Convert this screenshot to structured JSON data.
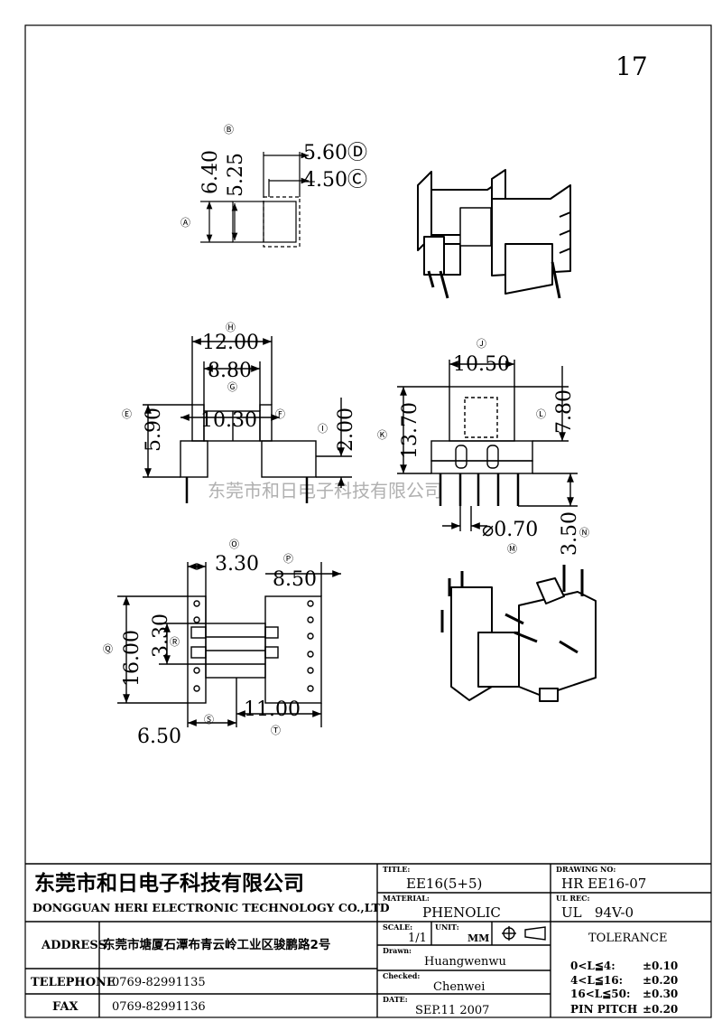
{
  "page_number": "17",
  "watermark": "东莞市和日电子科技有限公司",
  "views": {
    "top_small": {
      "A": "Ⓐ",
      "B": "Ⓑ",
      "dim_a": "6.40",
      "dim_b": "5.25",
      "dim_d": "5.60Ⓓ",
      "dim_c": "4.50Ⓒ"
    },
    "front": {
      "H": "Ⓗ",
      "G": "Ⓖ",
      "E": "Ⓔ",
      "F": "Ⓕ",
      "I": "Ⓘ",
      "dim_h": "12.00",
      "dim_g": "8.80",
      "dim_f": "10.30",
      "dim_e": "5.90",
      "dim_i": "2.00"
    },
    "side": {
      "J": "Ⓙ",
      "K": "Ⓚ",
      "L": "Ⓛ",
      "M": "Ⓜ",
      "N": "Ⓝ",
      "dim_j": "10.50",
      "dim_k": "13.70",
      "dim_l": "7.80",
      "dim_m": "⌀0.70",
      "dim_n": "3.50"
    },
    "bottom": {
      "O": "Ⓞ",
      "P": "Ⓟ",
      "Q": "Ⓠ",
      "R": "Ⓡ",
      "S": "Ⓢ",
      "T": "Ⓣ",
      "dim_o": "3.30",
      "dim_p": "8.50",
      "dim_q": "16.00",
      "dim_r": "3.30",
      "dim_s": "6.50",
      "dim_t": "11.00"
    }
  },
  "title_block": {
    "company_cn": "东莞市和日电子科技有限公司",
    "company_en": "DONGGUAN HERI ELECTRONIC TECHNOLOGY CO.,LTD",
    "address_label": "ADDRESS",
    "address_value": "东莞市塘厦石潭布青云岭工业区骏鹏路2号",
    "telephone_label": "TELEPHONE",
    "telephone_value": "0769-82991135",
    "fax_label": "FAX",
    "fax_value": "0769-82991136",
    "title_head": "TITLE:",
    "title_value": "EE16(5+5)",
    "material_head": "MATERIAL:",
    "material_value": "PHENOLIC",
    "scale_head": "SCALE:",
    "scale_value": "1/1",
    "unit_head": "UNIT:",
    "unit_value": "MM",
    "drawn_head": "Drawn:",
    "drawn_value": "Huangwenwu",
    "checked_head": "Checked:",
    "checked_value": "Chenwei",
    "date_head": "DATE:",
    "date_value": "SEP.11 2007",
    "drawing_no_head": "DRAWING NO:",
    "drawing_no_value": "HR EE16-07",
    "ul_head": "UL REC:",
    "ul_value": "UL   94V-0",
    "tolerance_label": "TOLERANCE",
    "tol1_range": "0<L≦4:",
    "tol1_value": "±0.10",
    "tol2_range": "4<L≦16:",
    "tol2_value": "±0.20",
    "tol3_range": "16<L≦50:",
    "tol3_value": "±0.30",
    "tol4_range": "PIN PITCH",
    "tol4_value": "±0.20"
  }
}
